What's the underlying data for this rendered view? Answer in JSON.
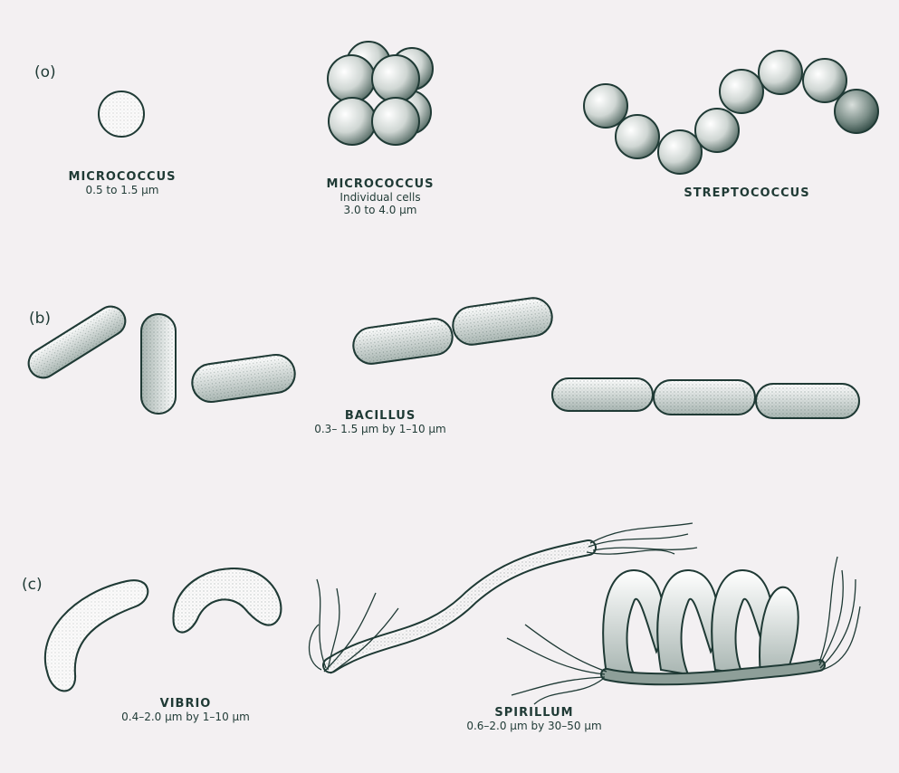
{
  "sections": {
    "a": "(o)",
    "b": "(b)",
    "c": "(c)"
  },
  "micrococcus_single": {
    "name": "MICROCOCCUS",
    "size": "0.5 to 1.5 µm"
  },
  "micrococcus_cluster": {
    "name": "MICROCOCCUS",
    "note": "Individual cells",
    "size": "3.0 to 4.0 µm"
  },
  "streptococcus": {
    "name": "STREPTOCOCCUS"
  },
  "bacillus": {
    "name": "BACILLUS",
    "size": "0.3– 1.5 µm by 1–10 µm"
  },
  "vibrio": {
    "name": "VIBRIO",
    "size": "0.4–2.0 µm by 1–10 µm"
  },
  "spirillum": {
    "name": "SPIRILLUM",
    "size": "0.6–2.0 µm by 30–50 µm"
  },
  "colors": {
    "ink": "#1f3a35",
    "paper": "#f3f0f2"
  }
}
